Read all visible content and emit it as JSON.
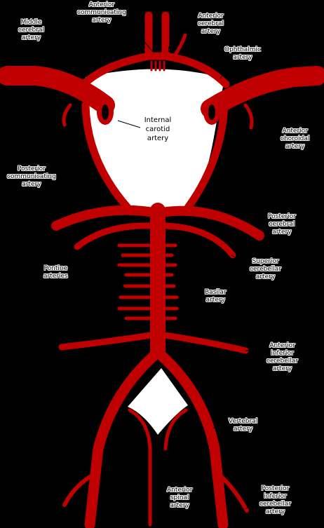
{
  "colors": {
    "artery": "#c00000",
    "background": "#000000",
    "fill": "#ffffff"
  },
  "labels": {
    "internal_carotid": [
      "Internal",
      "carotid",
      "artery"
    ],
    "anterior_communicating": [
      "Anterior",
      "communicating",
      "artery"
    ],
    "anterior_cerebral": [
      "Anterior",
      "cerebral",
      "artery"
    ],
    "ophthalmic": [
      "Ophthalmic",
      "artery"
    ],
    "middle_cerebral": [
      "Middle",
      "cerebral",
      "artery"
    ],
    "anterior_choroidal": [
      "Anterior",
      "choroidal",
      "artery"
    ],
    "posterior_communicating": [
      "Posterior",
      "communicating",
      "artery"
    ],
    "posterior_cerebral": [
      "Posterior",
      "cerebral",
      "artery"
    ],
    "superior_cerebellar": [
      "Superior",
      "cerebellar",
      "artery"
    ],
    "pontine": [
      "Pontine",
      "arteries"
    ],
    "basilar": [
      "Basilar",
      "artery"
    ],
    "anterior_inferior_cerebellar": [
      "Anterior",
      "inferior",
      "cerebellar",
      "artery"
    ],
    "vertebral": [
      "Vertebral",
      "artery"
    ],
    "anterior_spinal": [
      "Anterior",
      "spinal",
      "artery"
    ],
    "posterior_inferior_cerebellar": [
      "Posterior",
      "inferior",
      "cerebellar",
      "artery"
    ]
  }
}
